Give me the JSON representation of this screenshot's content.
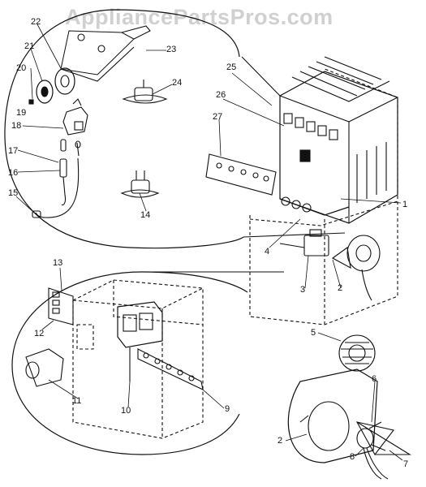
{
  "watermark": "AppliancePartsPros.com",
  "part_numbers": [
    "1",
    "2",
    "2",
    "3",
    "4",
    "5",
    "6",
    "7",
    "8",
    "9",
    "10",
    "11",
    "12",
    "13",
    "14",
    "15",
    "16",
    "17",
    "18",
    "19",
    "20",
    "21",
    "22",
    "23",
    "24",
    "25",
    "26",
    "27"
  ],
  "labels": {
    "p1": "1",
    "p2a": "2",
    "p2b": "2",
    "p3": "3",
    "p4": "4",
    "p5": "5",
    "p6": "6",
    "p7": "7",
    "p8": "8",
    "p9": "9",
    "p10": "10",
    "p11": "11",
    "p12": "12",
    "p13": "13",
    "p14": "14",
    "p15": "15",
    "p16": "16",
    "p17": "17",
    "p18": "18",
    "p19": "19",
    "p20": "20",
    "p21": "21",
    "p22": "22",
    "p23": "23",
    "p24": "24",
    "p25": "25",
    "p26": "26",
    "p27": "27"
  }
}
